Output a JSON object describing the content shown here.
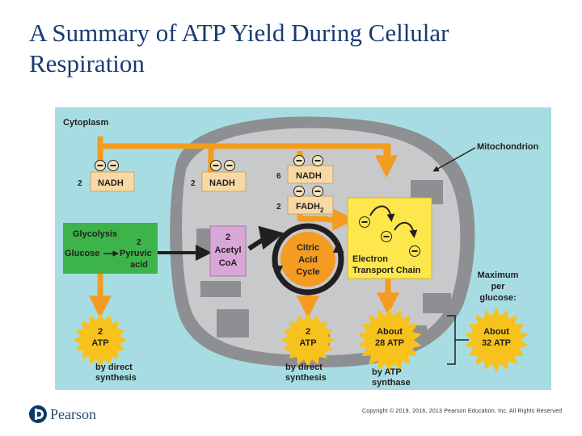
{
  "title": {
    "line1": "A Summary of ATP Yield During Cellular",
    "line2": "Respiration"
  },
  "diagram": {
    "cytoplasm": "Cytoplasm",
    "mitochondrion": "Mitochondrion",
    "nadh_glycolysis": {
      "count": "2",
      "label": "NADH"
    },
    "nadh_acetyl": {
      "count": "2",
      "label": "NADH"
    },
    "nadh_citric": {
      "count": "6",
      "label": "NADH"
    },
    "fadh2": {
      "count": "2",
      "label": "FADH",
      "sub": "2"
    },
    "glycolysis": {
      "title": "Glycolysis",
      "two": "2",
      "glucose": "Glucose",
      "pyruvic1": "Pyruvic",
      "pyruvic2": "acid"
    },
    "acetyl": {
      "line1": "2",
      "line2": "Acetyl",
      "line3": "CoA"
    },
    "citric": {
      "line1": "Citric",
      "line2": "Acid",
      "line3": "Cycle"
    },
    "etc": {
      "line1": "Electron",
      "line2": "Transport Chain"
    },
    "max": {
      "line1": "Maximum",
      "line2": "per",
      "line3": "glucose:"
    },
    "burst1": {
      "line1": "2",
      "line2": "ATP"
    },
    "burst2": {
      "line1": "2",
      "line2": "ATP"
    },
    "burst3": {
      "line1": "About",
      "line2": "28 ATP"
    },
    "burst4": {
      "line1": "About",
      "line2": "32 ATP"
    },
    "cap1": {
      "line1": "by direct",
      "line2": "synthesis"
    },
    "cap2": {
      "line1": "by direct",
      "line2": "synthesis"
    },
    "cap3": {
      "line1": "by ATP",
      "line2": "synthase"
    }
  },
  "footer": {
    "brand": "Pearson",
    "copyright": "Copyright © 2019, 2016, 2013 Pearson Education, Inc. All Rights Reserved"
  },
  "colors": {
    "background": "#a7dde2",
    "orange": "#f39c1f",
    "mitochondrion": "#c8c9cb",
    "burst": "#f7c21b",
    "etc_box": "#fde74c",
    "glycolysis_box": "#3cb449",
    "acetyl_box": "#d9a6d8",
    "nadh_box": "#f6d9a4",
    "title": "#1a3a73"
  },
  "icons": {
    "electron": "minus-circle-icon",
    "arrow": "arrow-icon"
  }
}
